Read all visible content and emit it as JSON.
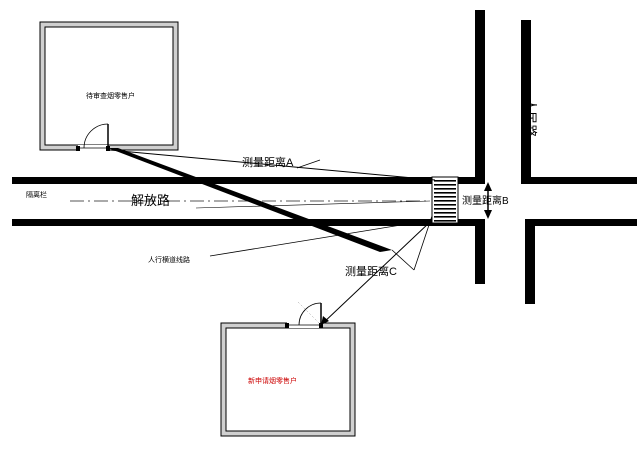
{
  "labels": {
    "existing_shop": "待审查烟零售户",
    "new_shop": "新申请烟零售户",
    "jiefang_road": "解放路",
    "renmin_road": "人民路",
    "centerline": "隔离栏",
    "crosswalk_route": "人行横道线路",
    "distance_a": "测量距离A",
    "distance_b": "测量距离B",
    "distance_c": "测量距离C"
  },
  "colors": {
    "line": "#000000",
    "wall_fill": "#d0d0d0",
    "new_shop_text": "#cc0000",
    "centerline": "#555555"
  },
  "icons": {
    "door": "door-swing-icon",
    "crosswalk": "zebra-crossing-icon",
    "dimension": "double-arrow-icon"
  }
}
